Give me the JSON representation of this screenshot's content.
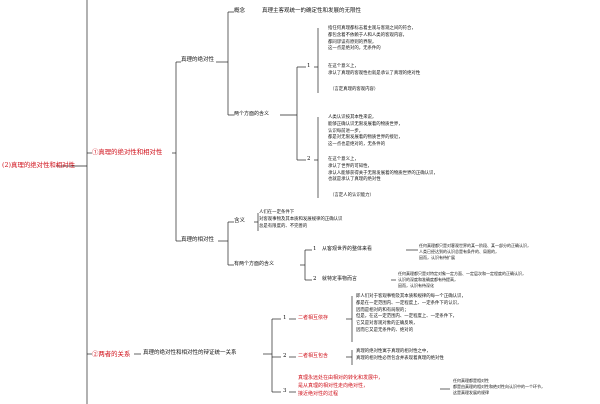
{
  "root": {
    "label": "(2)真理的绝对性和相对性"
  },
  "branch1": {
    "label": "①真理的绝对性和相对性",
    "absolute": {
      "label": "真理的绝对性",
      "concept_key": "概念",
      "concept_text": "真理主客观统一的确定性和发展的无限性",
      "two_meanings": "两个方面的含义",
      "m1_num": "1",
      "m1_lines": [
        "指任何真理都标志着主观与客观之间的符合，",
        "都包含着不依赖于人和人类的客观内容，",
        "都同谬误有原则的界限，",
        "这一点是绝对的，无条件的"
      ],
      "m1_sub": [
        "在这个意义上，",
        "承认了真理的客观性也就是承认了真理的绝对性"
      ],
      "m1_paren": "（言定真理的客观内容）",
      "m2_num": "2",
      "m2_lines": [
        "人类认识按其本性来说，",
        "能够正确认识无限发展着的物质世界，",
        "认识每前进一步，",
        "都是对无限发展着的物质世界的接近，",
        "这一点也是绝对的，无条件的"
      ],
      "m2_sub": [
        "在这个意义上，",
        "承认了世界的可知性，",
        "承认人能够获得关于无限发展着的物质世界的正确认识，",
        "也就是承认了真理的绝对性"
      ],
      "m2_paren": "（言定人的认识能力）"
    },
    "relative": {
      "label": "真理的相对性",
      "meaning_key": "含义",
      "meaning_lines": [
        "人们在一定条件下",
        "对客观事物及其本质和发展规律的正确认识",
        "总是有限度的、不完善的"
      ],
      "two_aspects": "有两个方面的含义",
      "a1_num": "1",
      "a1_text": "从客观世界的整体来看",
      "a1_note": [
        "任何真理都只是对客观世界的某一阶段、某一部分的正确认识，",
        "人类已经达到的认识总是有条件的、局限的，",
        "因而，认识有待扩展"
      ],
      "a2_num": "2",
      "a2_text": "就特定事物而言",
      "a2_note": [
        "任何真理都只是对特定对象一定方面、一定层次和一定程度的正确认识，",
        "认识的深度和准确度都有待提高，",
        "因而，认识有待深化"
      ]
    }
  },
  "branch2": {
    "label": "②两者的关系",
    "relation": "真理的绝对性和相对性的辩证统一关系",
    "r1_num": "1",
    "r1_key": "二者相互依存",
    "r1_lines": [
      "即人们对于客观事物及其本质和规律的每一个正确认识，",
      "都是在一定范围内、一定程度上、一定条件下的认识，",
      "因而是相对的和有局限的；",
      "但是，在这一定范围内、一定程度上、一定条件下，",
      "它又是对客观对象的正确反映，",
      "因而它又是无条件的、绝对的"
    ],
    "r2_num": "2",
    "r2_key": "二者相互包含",
    "r2_lines": [
      "真理的绝对性寓于真理的相对性之中，",
      "真理的相对性必然包含并表现着真理的绝对性"
    ],
    "r3_num": "3",
    "r3_lines": [
      "真理永远处在由相对的转化和发展中，",
      "是从真理的相对性走向绝对性，",
      "接近绝对性的过程"
    ],
    "r3_note": [
      "任何真理都是相对性",
      "都是由真理的相对性和绝对性向认识中的一个环节，",
      "这是真理发展的规律"
    ]
  }
}
